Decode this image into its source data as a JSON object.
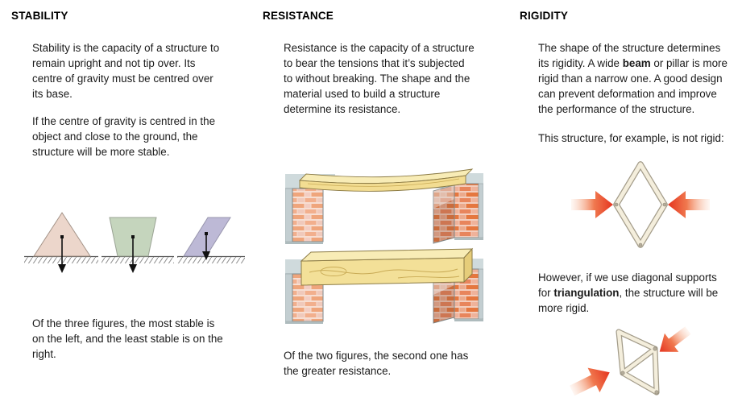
{
  "stability": {
    "heading": "STABILITY",
    "para1": "Stability is the capacity of a structure to\nremain upright and not tip over. Its\ncentre of gravity must be centred over\nits base.",
    "para2": "If the centre of gravity is centred in the\nobject and close to the ground, the\nstructure will be more stable.",
    "caption": "Of the three figures, the most stable is\non the left, and the least stable is on the\nright.",
    "figure": {
      "name": "three-shapes-with-gravity-arrows",
      "triangle_color": "#ecd6cb",
      "trapezoid_color": "#c5d5bd",
      "parallelogram_color": "#bdb9d6",
      "arrow_color": "#111111",
      "ground_color": "#555555"
    }
  },
  "resistance": {
    "heading": "RESISTANCE",
    "para1": "Resistance is the capacity of a structure\nto bear the tensions that it’s subjected\nto without breaking. The shape and the\nmaterial used to build a structure\ndetermine its resistance.",
    "caption": "Of the two figures, the second one has\nthe greater resistance.",
    "figure": {
      "name": "wooden-beams-on-brick-pillars",
      "wood_color": "#f3e098",
      "brick_color": "#efa57c",
      "wall_color": "#cfdadc"
    }
  },
  "rigidity": {
    "heading": "RIGIDITY",
    "para1_before": "The shape of the structure determines\nits rigidity. A wide ",
    "para1_bold": "beam",
    "para1_after": " or pillar is more\nrigid than a narrow one. A good design\ncan prevent deformation and improve\nthe performance of the structure.",
    "para2": "This structure, for example, is not rigid:",
    "para3_before": "However, if we use diagonal supports\nfor ",
    "para3_bold": "triangulation",
    "para3_after": ", the structure will be\nmore rigid.",
    "figure1": {
      "name": "rhombus-frame-under-compression",
      "stick_color": "#f4eedc",
      "arrow_color": "#e5341f"
    },
    "figure2": {
      "name": "triangulated-frame-under-compression",
      "stick_color": "#f4eedc",
      "arrow_color": "#e5341f"
    }
  }
}
